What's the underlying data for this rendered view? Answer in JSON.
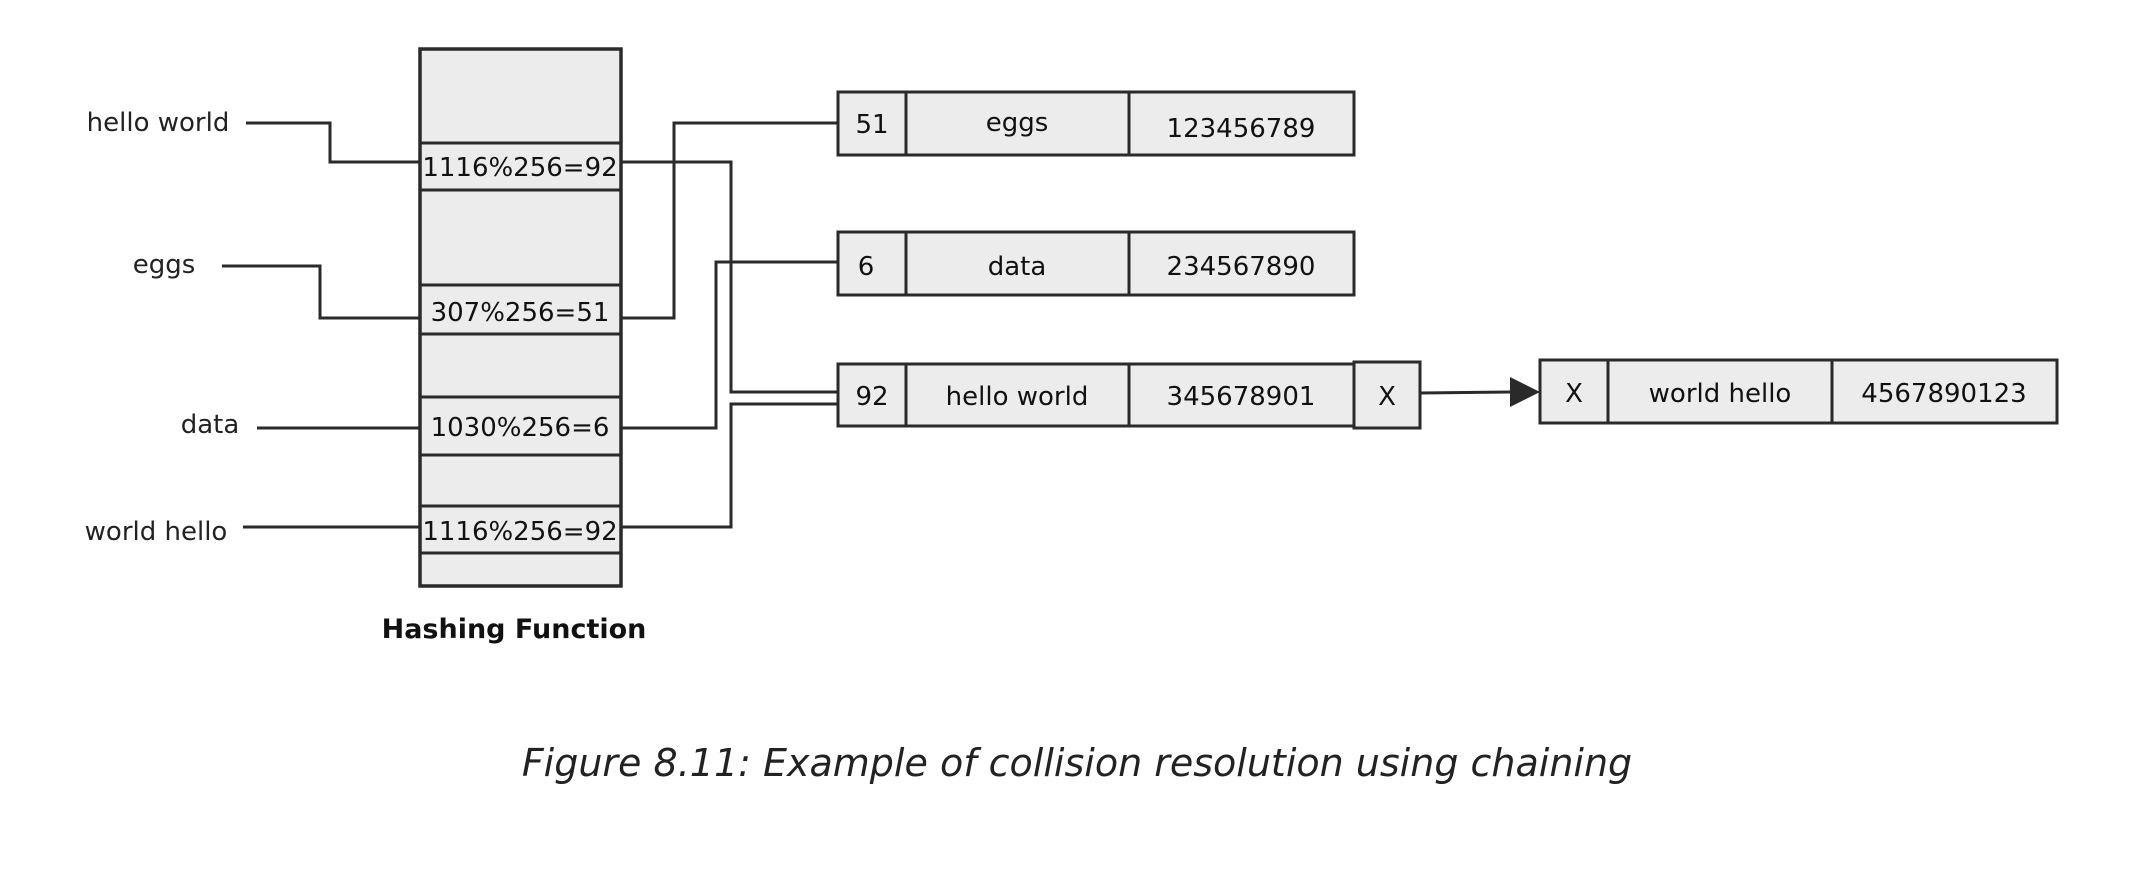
{
  "inputs": {
    "hello_world": "hello world",
    "eggs": "eggs",
    "data": "data",
    "world_hello": "world hello"
  },
  "hash_column": {
    "title": "Hashing Function",
    "slot_1": "1116%256=92",
    "slot_2": "307%256=51",
    "slot_3": "1030%256=6",
    "slot_4": "1116%256=92"
  },
  "buckets": [
    {
      "index": "51",
      "key": "eggs",
      "value": "123456789"
    },
    {
      "index": "6",
      "key": "data",
      "value": "234567890"
    },
    {
      "index": "92",
      "key": "hello world",
      "value": "345678901",
      "next": "X"
    }
  ],
  "chained": {
    "index": "X",
    "key": "world hello",
    "value": "4567890123"
  },
  "caption": "Figure 8.11: Example of collision resolution using chaining"
}
